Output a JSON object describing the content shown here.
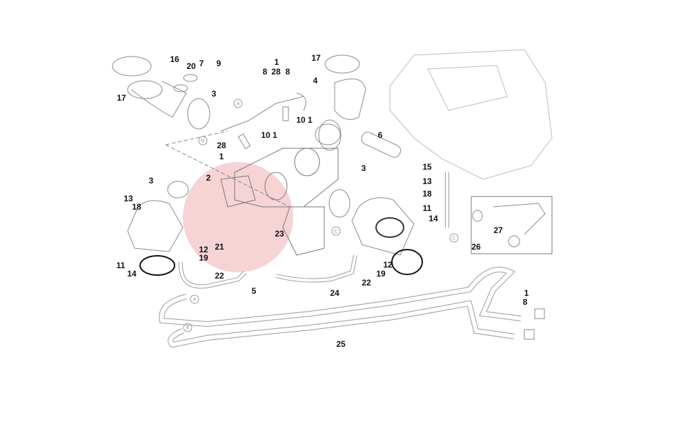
{
  "diagram": {
    "callouts": [
      "1",
      "8",
      "28",
      "8",
      "16",
      "20",
      "7",
      "9",
      "17",
      "3",
      "17",
      "4",
      "10 1",
      "10 1",
      "28",
      "1",
      "6",
      "2",
      "3",
      "3",
      "15",
      "13",
      "18",
      "11",
      "14",
      "13",
      "18",
      "27",
      "26",
      "23",
      "21",
      "12",
      "19",
      "11",
      "14",
      "12",
      "19",
      "22",
      "22",
      "5",
      "24",
      "25",
      "1",
      "8"
    ],
    "ref_markers": [
      "A",
      "B",
      "A",
      "B",
      "C",
      "C"
    ],
    "watermark_color": "#f3c6c9"
  }
}
